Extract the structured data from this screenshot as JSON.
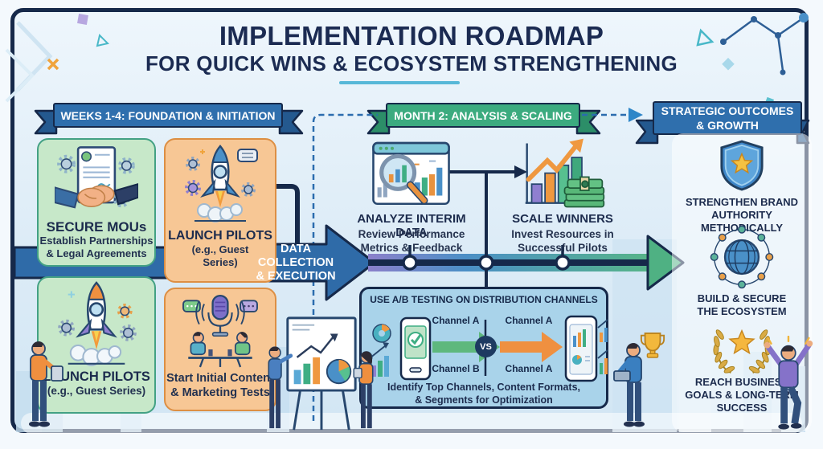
{
  "title": {
    "line1": "IMPLEMENTATION ROADMAP",
    "line2": "FOR QUICK WINS & ECOSYSTEM STRENGTHENING"
  },
  "banners": {
    "phase1": "WEEKS 1-4: FOUNDATION & INITIATION",
    "phase2": "MONTH 2: ANALYSIS & SCALING",
    "phase3_line1": "STRATEGIC OUTCOMES",
    "phase3_line2": "& GROWTH"
  },
  "phase1": {
    "secure_mous": {
      "title": "SECURE MOUs",
      "sub_line1": "Establish Partnerships",
      "sub_line2": "& Legal Agreements"
    },
    "launch_pilots_top": {
      "title": "LAUNCH PILOTS",
      "sub_line1": "(e.g., Guest",
      "sub_line2": "Series)"
    },
    "launch_pilots_bottom": {
      "title": "LAUNCH PILOTS",
      "sub_line1": "(e.g., Guest Series)"
    },
    "content_tests": {
      "line1": "Start Initial Content",
      "line2": "& Marketing Tests"
    }
  },
  "flow": {
    "arrow_line1": "DATA",
    "arrow_line2": "COLLECTION",
    "arrow_line3": "& EXECUTION"
  },
  "phase2": {
    "analyze": {
      "title": "ANALYZE INTERIM DATA",
      "sub_line1": "Review Performance",
      "sub_line2": "Metrics & Feedback"
    },
    "scale": {
      "title": "SCALE WINNERS",
      "sub_line1": "Invest Resources in",
      "sub_line2": "Successful Pilots"
    },
    "ab_test": {
      "title": "USE A/B TESTING ON DISTRIBUTION CHANNELS",
      "channel_a_top_left": "Channel A",
      "channel_b_bottom_left": "Channel B",
      "vs": "VS",
      "channel_a_top_right": "Channel A",
      "channel_a_bottom_right": "Channel A",
      "footer_line1": "Identify Top Channels, Content Formats,",
      "footer_line2": "& Segments for Optimization"
    }
  },
  "outcomes": {
    "brand": {
      "line1": "STRENGTHEN BRAND",
      "line2": "AUTHORITY METHODICALLY"
    },
    "ecosystem": {
      "line1": "BUILD & SECURE",
      "line2": "THE ECOSYSTEM"
    },
    "goals": {
      "line1": "REACH BUSINESS",
      "line2": "GOALS & LONG-TERM",
      "line3": "SUCCESS"
    }
  },
  "icons": {
    "handshake_document": "handshake over signed MOU document with gears",
    "rocket_launch": "rocket lifting off with smoke and gears",
    "podcast_recording": "microphone over interview table with two speakers",
    "analyze_dashboard": "browser analytics window with magnifying glass",
    "scale_chart_money": "rising bar chart with trend arrow and cash stack",
    "shield_star": "shield with star badge",
    "globe_network": "globe surrounded by connected nodes",
    "laurel_star": "laurel wreath with star",
    "trophy": "gold trophy cup"
  },
  "colors": {
    "frame_navy": "#16294a",
    "banner_blue": "#2f6fad",
    "banner_green": "#3cab7f",
    "card_green": "#c7e8c9",
    "card_orange": "#f7c795",
    "flow_blue": "#2f6ba8",
    "timeline_purple": "#8b80ca",
    "timeline_green": "#4fb183",
    "ab_box_blue": "#a9d3ea",
    "accent_orange": "#ef9040",
    "gold": "#f0b43c",
    "underline_teal": "#57b8d8"
  }
}
